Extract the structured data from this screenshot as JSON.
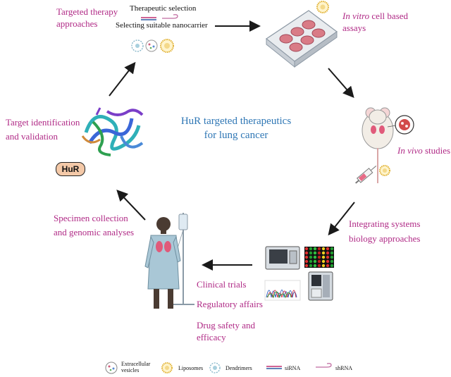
{
  "center": {
    "line1": "HuR targeted therapeutics",
    "line2": "for lung cancer"
  },
  "steps": {
    "therapy": {
      "line1": "Targeted therapy",
      "line2": "approaches"
    },
    "selection": {
      "line1": "Therapeutic selection",
      "line2": "Selecting suitable nanocarrier"
    },
    "invitro": {
      "italic": "In vitro",
      "rest": " cell based",
      "line2": "assays"
    },
    "invivo": {
      "italic": "In vivo",
      "rest": " studies"
    },
    "systems": {
      "line1": "Integrating systems",
      "line2": "biology approaches"
    },
    "clinical": {
      "item1": "Clinical trials",
      "item2": "Regulatory affairs",
      "item3a": "Drug safety and",
      "item3b": "efficacy"
    },
    "specimen": {
      "line1": "Specimen collection",
      "line2": "and genomic analyses"
    },
    "target": {
      "line1": "Target identification",
      "line2": "and validation"
    }
  },
  "protein_label": "HuR",
  "legend": {
    "ev_line1": "Extracellular",
    "ev_line2": "vesicles",
    "liposomes": "Liposomes",
    "dendrimers": "Dendrimers",
    "sirna": "siRNA",
    "shrna": "shRNA"
  },
  "colors": {
    "magenta_text": "#b02a86",
    "title_blue": "#2f77b5",
    "arrow": "#1a1a1a",
    "plate": "#d97b86",
    "lung": "#e05a7a"
  }
}
